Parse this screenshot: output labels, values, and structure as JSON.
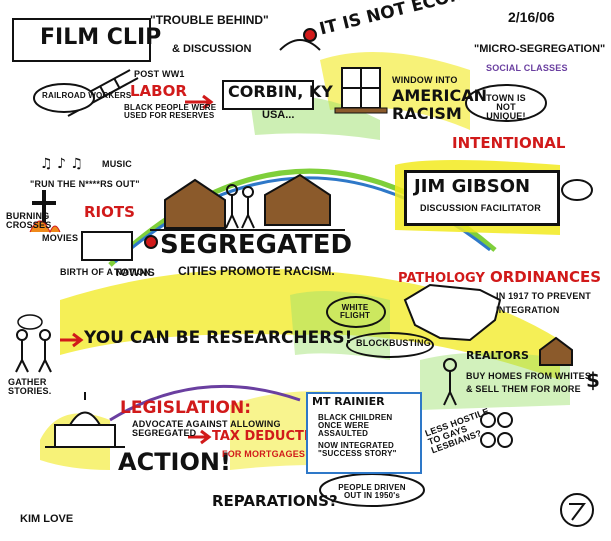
{
  "header": {
    "film_clip": "FILM CLIP",
    "trouble_behind": "\"TROUBLE BEHIND\"",
    "discussion": "& DISCUSSION",
    "not_economical": "IT IS NOT ECONOMICAL",
    "date": "2/16/06"
  },
  "top_left": {
    "railroad_workers": "RAILROAD WORKERS",
    "post_ww1": "POST WW1",
    "labor": "LABOR",
    "black_people": "BLACK PEOPLE WERE USED FOR RESERVES"
  },
  "corbin": {
    "title": "CORBIN, KY",
    "usa": "USA...",
    "window_into": "WINDOW INTO",
    "american": "AMERICAN",
    "racism": "RACISM"
  },
  "right_top": {
    "micro_segregation": "\"MICRO-SEGREGATION\"",
    "social_classes": "SOCIAL CLASSES",
    "town_not_unique": "TOWN IS NOT UNIQUE!",
    "intentional": "INTENTIONAL"
  },
  "left_mid": {
    "music": "MUSIC",
    "run_out": "\"RUN THE N****RS OUT\"",
    "burning_crosses": "BURNING CROSSES",
    "riots": "RIOTS",
    "movies": "MOVIES",
    "birth_of_a_nation": "BIRTH OF A NATION"
  },
  "center": {
    "segregated": "SEGREGATED",
    "towns": "TOWNS",
    "cities_promote": "CITIES PROMOTE RACISM."
  },
  "jim": {
    "name": "JIM GIBSON",
    "role": "DISCUSSION FACILITATOR"
  },
  "right_mid": {
    "pathology": "PATHOLOGY",
    "ordinances": "ORDINANCES",
    "in_1917": "IN 1917 TO PREVENT",
    "integration": "INTEGRATION"
  },
  "research": {
    "researchers": "YOU CAN BE RESEARCHERS!",
    "white_flight": "WHITE FLIGHT",
    "blockbusting": "BLOCKBUSTING",
    "gather_stories": "GATHER STORIES."
  },
  "realtors": {
    "title": "REALTORS",
    "line1": "BUY HOMES FROM WHITES",
    "line2": "& SELL THEM FOR MORE",
    "dollar": "$"
  },
  "legislation": {
    "title": "LEGISLATION:",
    "advocate": "ADVOCATE AGAINST ALLOWING SEGREGATED",
    "action": "ACTION!",
    "tax": "TAX DEDUCTIBLE",
    "mortgages": "FOR MORTGAGES"
  },
  "rainier": {
    "title": "MT RAINIER",
    "item1": "BLACK CHILDREN ONCE WERE ASSAULTED",
    "item2": "NOW INTEGRATED \"SUCCESS STORY\"",
    "less_hostile": "LESS HOSTILE TO GAYS LESBIANS?"
  },
  "footer": {
    "reparations": "REPARATIONS?",
    "people_driven": "PEOPLE DRIVEN OUT IN 1950's",
    "artist": "KIM LOVE"
  },
  "colors": {
    "red": "#d11a1a",
    "yellow": "#f2ea1e",
    "green": "#7fcf3a",
    "blue": "#2e78c8",
    "purple": "#6a3fa0"
  }
}
